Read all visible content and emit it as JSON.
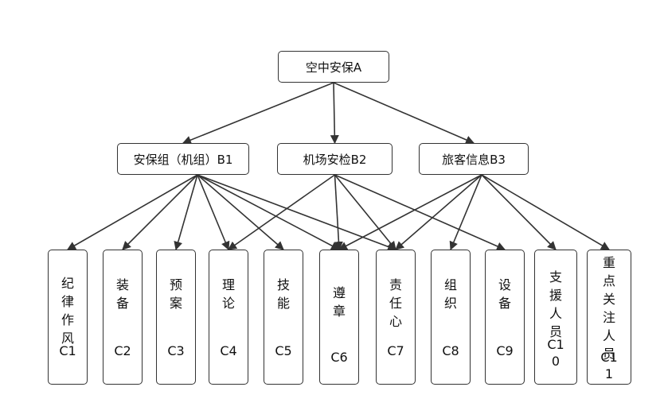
{
  "diagram": {
    "root": {
      "id": "A",
      "label": "空中安保A"
    },
    "mid": [
      {
        "id": "B1",
        "label": "安保组（机组）B1"
      },
      {
        "id": "B2",
        "label": "机场安检B2"
      },
      {
        "id": "B3",
        "label": "旅客信息B3"
      }
    ],
    "leaves": [
      {
        "id": "C1",
        "label": "纪律作风",
        "code": "C1"
      },
      {
        "id": "C2",
        "label": "装备",
        "code": "C2"
      },
      {
        "id": "C3",
        "label": "预案",
        "code": "C3"
      },
      {
        "id": "C4",
        "label": "理论",
        "code": "C4"
      },
      {
        "id": "C5",
        "label": "技能",
        "code": "C5"
      },
      {
        "id": "C6",
        "label": "遵章",
        "code": "C6"
      },
      {
        "id": "C7",
        "label": "责任心",
        "code": "C7"
      },
      {
        "id": "C8",
        "label": "组织",
        "code": "C8"
      },
      {
        "id": "C9",
        "label": "设备",
        "code": "C9"
      },
      {
        "id": "C10",
        "label": "支援人员",
        "code": "C10"
      },
      {
        "id": "C11",
        "label": "重点关注人员",
        "code": "C11"
      }
    ],
    "edges": [
      [
        "A",
        "B1"
      ],
      [
        "A",
        "B2"
      ],
      [
        "A",
        "B3"
      ],
      [
        "B1",
        "C1"
      ],
      [
        "B1",
        "C2"
      ],
      [
        "B1",
        "C3"
      ],
      [
        "B1",
        "C4"
      ],
      [
        "B1",
        "C5"
      ],
      [
        "B1",
        "C6"
      ],
      [
        "B1",
        "C7"
      ],
      [
        "B2",
        "C4"
      ],
      [
        "B2",
        "C6"
      ],
      [
        "B2",
        "C7"
      ],
      [
        "B2",
        "C9"
      ],
      [
        "B3",
        "C6"
      ],
      [
        "B3",
        "C7"
      ],
      [
        "B3",
        "C8"
      ],
      [
        "B3",
        "C10"
      ],
      [
        "B3",
        "C11"
      ]
    ]
  }
}
